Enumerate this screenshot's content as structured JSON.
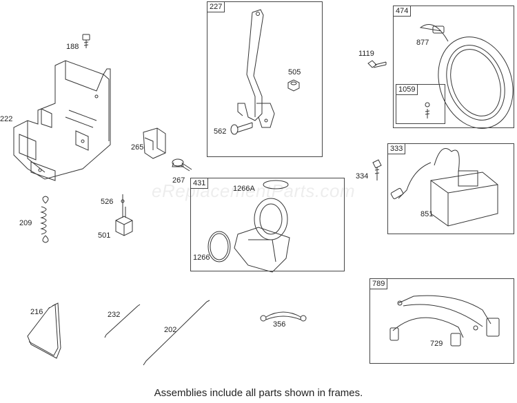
{
  "footer": "Assemblies include all parts shown in frames.",
  "watermark": "eReplacementParts.com",
  "frames": {
    "f227": "227",
    "f474": "474",
    "f1059": "1059",
    "f333": "333",
    "f431": "431",
    "f789": "789"
  },
  "parts": {
    "p188": "188",
    "p222": "222",
    "p265": "265",
    "p267": "267",
    "p526": "526",
    "p501": "501",
    "p209": "209",
    "p505": "505",
    "p562": "562",
    "p877": "877",
    "p1119": "1119",
    "p334": "334",
    "p851": "851",
    "p1266A": "1266A",
    "p1266": "1266",
    "p216": "216",
    "p232": "232",
    "p202": "202",
    "p356": "356",
    "p729": "729"
  }
}
